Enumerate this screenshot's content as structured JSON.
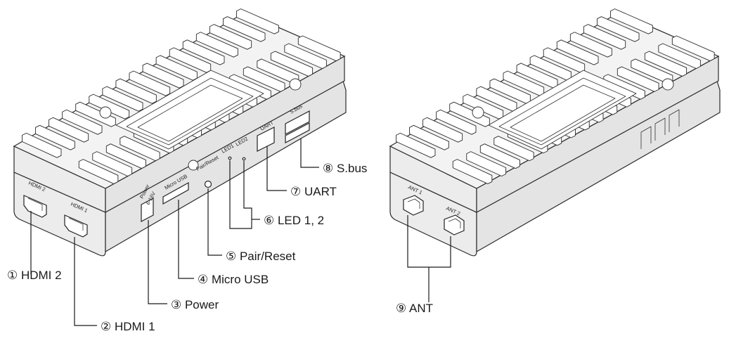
{
  "device_left": {
    "silkscreen": {
      "hdmi2": "HDMI 2",
      "hdmi1": "HDMI 1",
      "power": "Power",
      "power_voltage": "6-16V",
      "micro_usb": "Micro USB",
      "pair_reset": "Pair/Reset",
      "led1": "LED1",
      "led2": "LED2",
      "uart": "UART",
      "sbus": "S.bus"
    },
    "callouts": {
      "c1": "① HDMI 2",
      "c2": "② HDMI 1",
      "c3": "③ Power",
      "c4": "④ Micro USB",
      "c5": "⑤ Pair/Reset",
      "c6": "⑥ LED 1, 2",
      "c7": "⑦ UART",
      "c8": "⑧ S.bus"
    }
  },
  "device_right": {
    "silkscreen": {
      "ant1": "ANT 1",
      "ant2": "ANT 2"
    },
    "callouts": {
      "c9": "⑨ ANT"
    }
  }
}
